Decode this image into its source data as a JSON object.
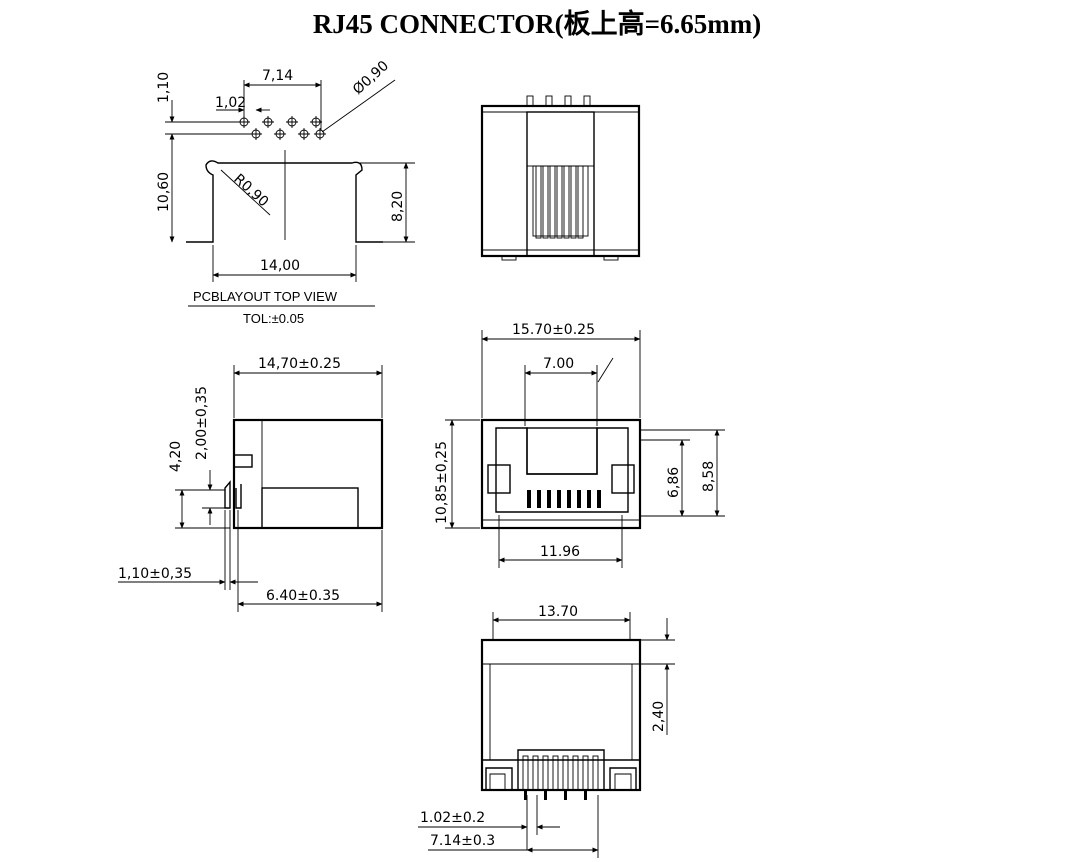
{
  "title": "RJ45 CONNECTOR(板上高=6.65mm)",
  "pcb_layout": {
    "caption": "PCBLAYOUT TOP VIEW",
    "tolerance": "TOL:±0.05",
    "dims": {
      "pin_row_pitch_v": "1,10",
      "pin_span": "7,14",
      "pin_pitch": "1,02",
      "hole_diameter": "Ø0,90",
      "radius": "R0,90",
      "depth": "10,60",
      "height": "8,20",
      "width": "14,00"
    }
  },
  "side_view": {
    "dims": {
      "length": "14,70±0.25",
      "v_2": "2,00±0,35",
      "v_4": "4,20",
      "pin_offset": "1,10±0,35",
      "base_len": "6.40±0.35"
    }
  },
  "front_view": {
    "dims": {
      "width": "15.70±0.25",
      "opening": "7.00",
      "height": "10,85±0,25",
      "inner_h": "6,86",
      "overall_h": "8,58",
      "contact_w": "11.96"
    }
  },
  "bottom_view": {
    "dims": {
      "width": "13.70",
      "depth": "2,40",
      "pitch": "1.02±0.2",
      "span": "7.14±0.3"
    }
  }
}
